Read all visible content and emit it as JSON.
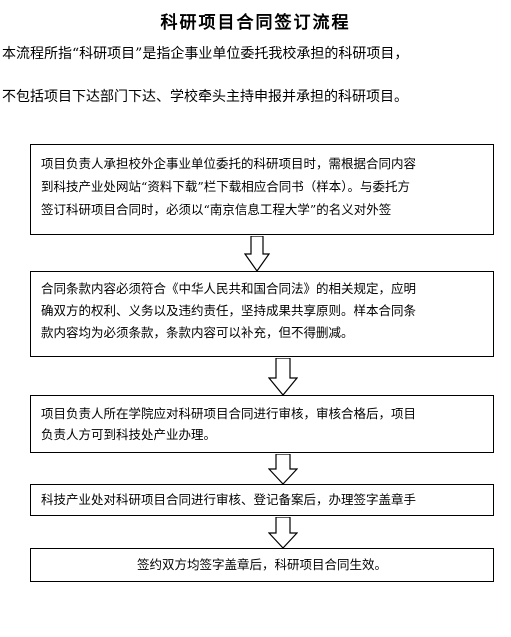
{
  "title": "科研项目合同签订流程",
  "intro": {
    "line1": "本流程所指“科研项目”是指企事业单位委托我校承担的科研项目，",
    "line2": "不包括项目下达部门下达、学校牵头主持申报并承担的科研项目。"
  },
  "steps": [
    {
      "lines": [
        "项目负责人承担校外企事业单位委托的科研项目时，需根据合同内容",
        "到科技产业处网站“资料下载”栏下载相应合同书（样本）。与委托方",
        "签订科研项目合同时，必须以“南京信息工程大学”的名义对外签"
      ]
    },
    {
      "lines": [
        "合同条款内容必须符合《中华人民共和国合同法》的相关规定，应明",
        "确双方的权利、义务以及违约责任，坚持成果共享原则。样本合同条",
        "款内容均为必须条款，条款内容可以补充，但不得删减。"
      ]
    },
    {
      "lines": [
        "项目负责人所在学院应对科研项目合同进行审核，审核合格后，项目",
        "负责人方可到科技处产业办理。"
      ]
    },
    {
      "lines": [
        "科技产业处对科研项目合同进行审核、登记备案后，办理签字盖章手"
      ]
    },
    {
      "lines": [
        "签约双方均签字盖章后，科研项目合同生效。"
      ]
    }
  ]
}
